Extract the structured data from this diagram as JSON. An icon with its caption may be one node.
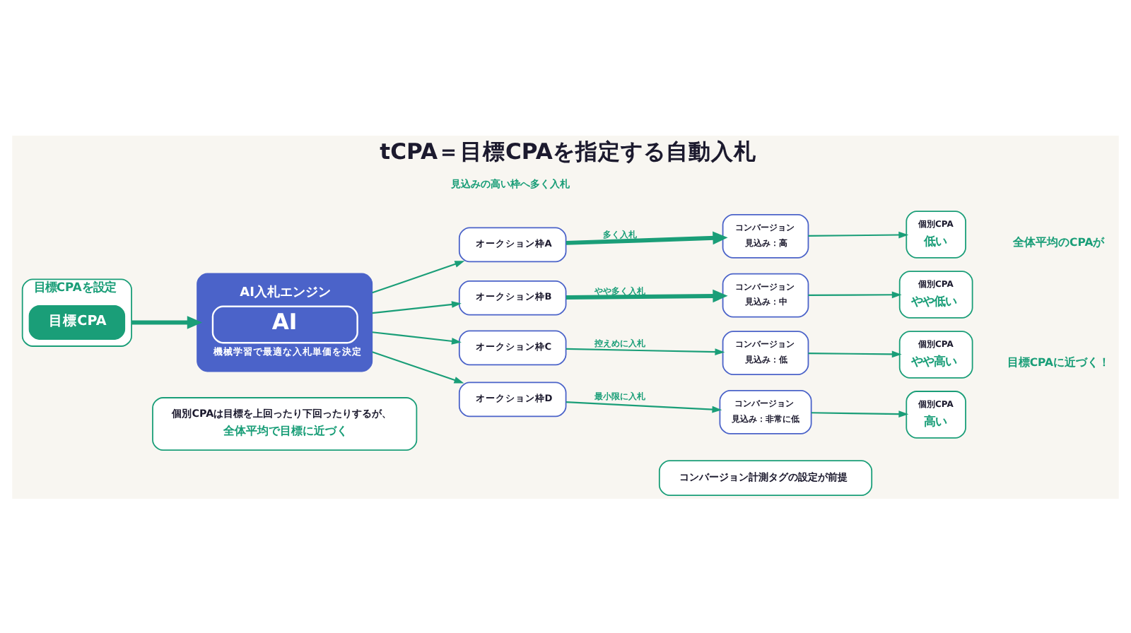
{
  "diagram": {
    "title": "tCPA＝目標CPAを指定する自動入札",
    "nodes": [
      {
        "text": [
          "目標CPAを設定"
        ]
      },
      {
        "text": [
          "目標CPA"
        ],
        "in": 0
      },
      {
        "text": [
          "AI入札エンジン",
          "AI",
          "機械学習で最適な入札単価を決定"
        ]
      },
      {
        "text": [
          "オークション枠A"
        ]
      },
      {
        "text": [
          "コンバージョン",
          "見込み：高"
        ]
      },
      {
        "text": [
          "個別CPA",
          "低い"
        ]
      },
      {
        "text": [
          "オークション枠B"
        ]
      },
      {
        "text": [
          "コンバージョン",
          "見込み：中"
        ]
      },
      {
        "text": [
          "個別CPA",
          "やや低い"
        ]
      },
      {
        "text": [
          "オークション枠C"
        ]
      },
      {
        "text": [
          "コンバージョン",
          "見込み：低"
        ]
      },
      {
        "text": [
          "個別CPA",
          "やや高い"
        ]
      },
      {
        "text": [
          "オークション枠D"
        ]
      },
      {
        "text": [
          "コンバージョン",
          "見込み：非常に低"
        ]
      },
      {
        "text": [
          "個別CPA",
          "高い"
        ]
      },
      {
        "text": [
          "個別CPAは目標を上回ったり下回ったりするが、",
          "全体平均で目標に近づく"
        ]
      },
      {
        "text": [
          "コンバージョン計測タグの設定が前提"
        ]
      }
    ],
    "edges": [
      {
        "from": 0,
        "to": 2,
        "arrow": "to",
        "style": "thick"
      },
      {
        "from": 2,
        "to": 3,
        "arrow": "to"
      },
      {
        "from": 2,
        "to": 6,
        "arrow": "to"
      },
      {
        "from": 2,
        "to": 9,
        "arrow": "to"
      },
      {
        "from": 2,
        "to": 12,
        "arrow": "to"
      },
      {
        "from": 3,
        "to": 4,
        "arrow": "to",
        "label": "多く入札",
        "style": "thick"
      },
      {
        "from": 6,
        "to": 7,
        "arrow": "to",
        "label": "やや多く入札",
        "style": "thick"
      },
      {
        "from": 9,
        "to": 10,
        "arrow": "to",
        "label": "控えめに入札"
      },
      {
        "from": 12,
        "to": 13,
        "arrow": "to",
        "label": "最小限に入札"
      },
      {
        "from": 4,
        "to": 5,
        "arrow": "to"
      },
      {
        "from": 7,
        "to": 8,
        "arrow": "to"
      },
      {
        "from": 10,
        "to": 11,
        "arrow": "to"
      },
      {
        "from": 13,
        "to": 14,
        "arrow": "to"
      }
    ],
    "labels": [
      "見込みの高い枠へ多く入札",
      "全体平均のCPAが",
      "目標CPAに近づく！"
    ]
  }
}
